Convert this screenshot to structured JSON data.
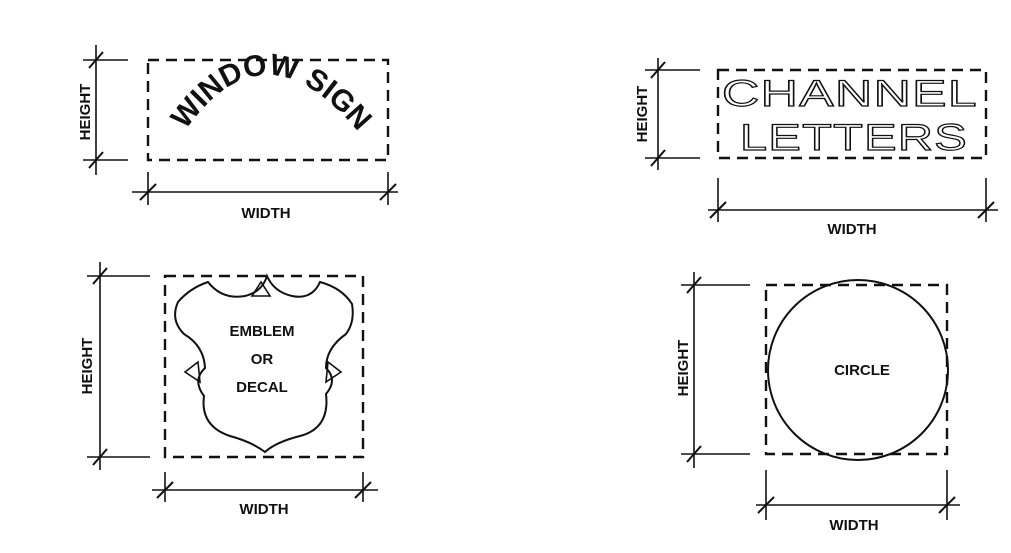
{
  "panels": {
    "window_sign": {
      "sign_text": "WINDOW SIGN",
      "height_label": "HEIGHT",
      "width_label": "WIDTH"
    },
    "channel_letters": {
      "line1": "CHANNEL",
      "line2": "LETTERS",
      "height_label": "HEIGHT",
      "width_label": "WIDTH"
    },
    "emblem": {
      "line1": "EMBLEM",
      "line2": "OR",
      "line3": "DECAL",
      "height_label": "HEIGHT",
      "width_label": "WIDTH"
    },
    "circle": {
      "label": "CIRCLE",
      "height_label": "HEIGHT",
      "width_label": "WIDTH"
    }
  }
}
